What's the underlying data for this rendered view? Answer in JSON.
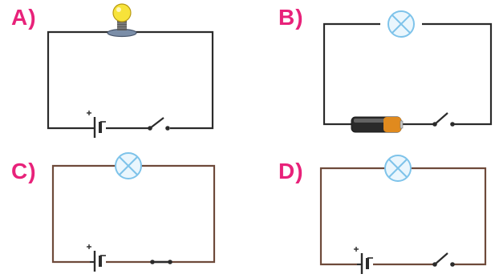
{
  "labels": {
    "a": "A)",
    "b": "B)",
    "c": "C)",
    "d": "D)"
  },
  "colors": {
    "label": "#e8227a",
    "wire_dark": "#2b2b2b",
    "wire_brown": "#6e4a3a",
    "lamp_outline": "#7ec3ea",
    "lamp_fill": "#eaf6fd",
    "bulb_glass": "#f7e33a",
    "battery_body": "#2a2a2a",
    "battery_cap": "#e08a1e"
  },
  "circuits": [
    {
      "id": "a",
      "lamp": "light-bulb",
      "source": "battery-symbol",
      "switch": "open"
    },
    {
      "id": "b",
      "lamp": "lamp-symbol",
      "source": "battery-cell",
      "switch": "open"
    },
    {
      "id": "c",
      "lamp": "lamp-symbol",
      "source": "battery-symbol",
      "switch": "closed"
    },
    {
      "id": "d",
      "lamp": "lamp-symbol",
      "source": "battery-symbol",
      "switch": "open"
    }
  ]
}
